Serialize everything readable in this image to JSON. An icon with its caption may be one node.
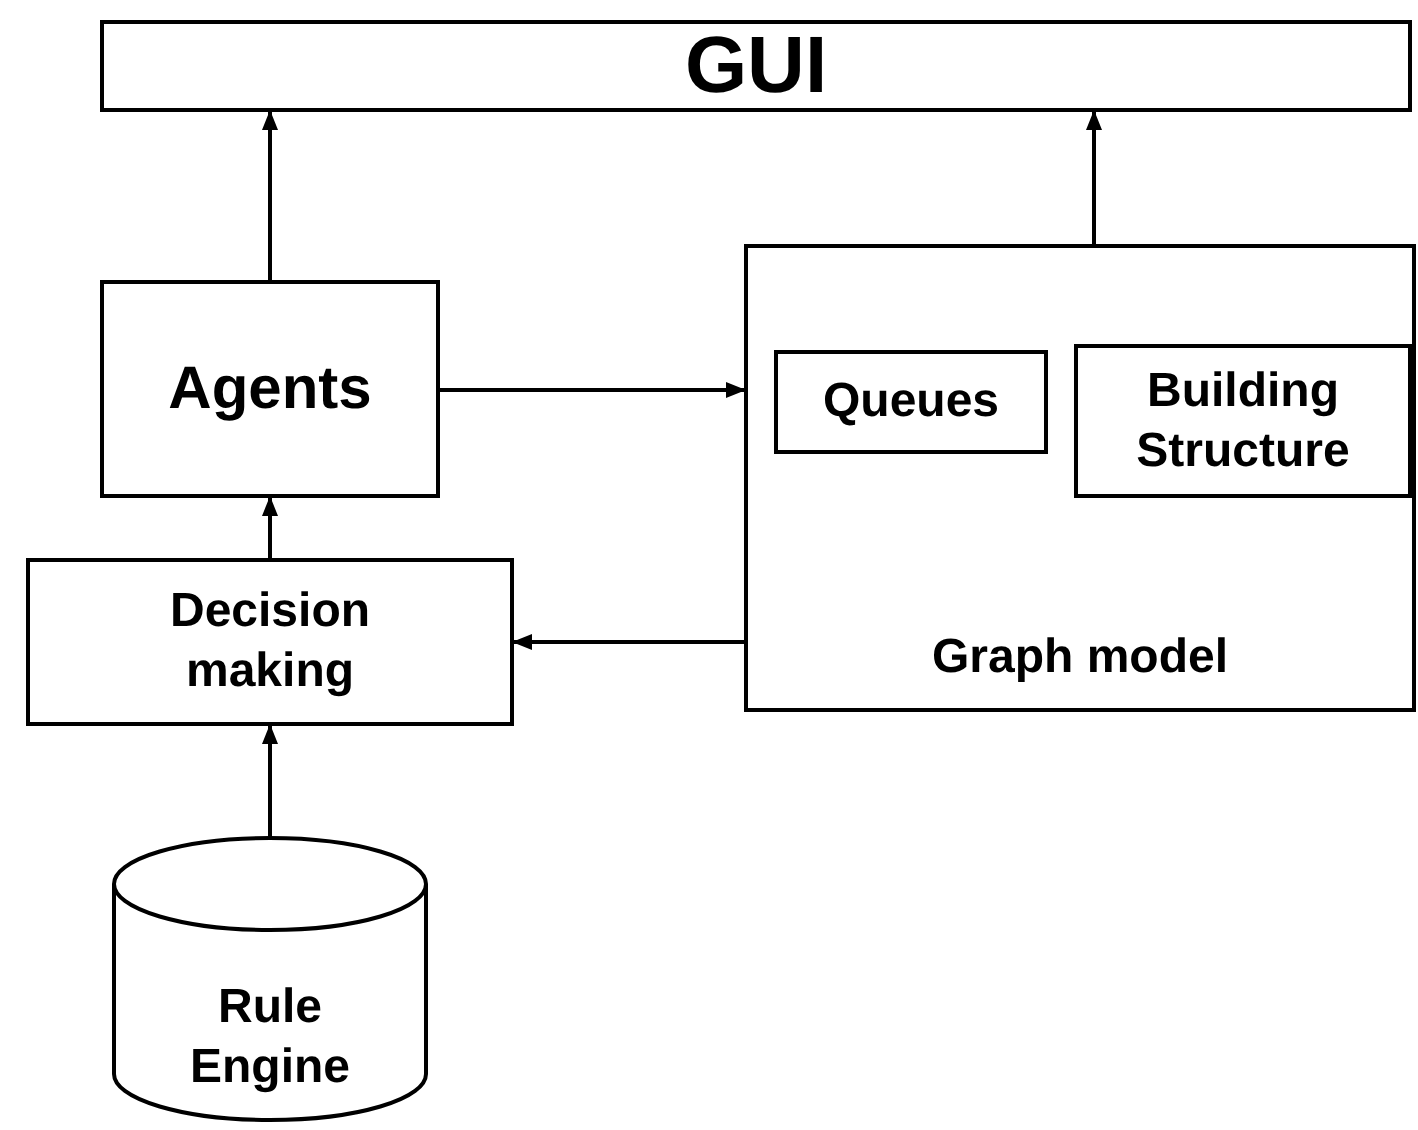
{
  "diagram": {
    "nodes": [
      {
        "text": [
          "GUI"
        ]
      },
      {
        "text": [
          "Agents"
        ]
      },
      {
        "text": [
          "Graph model"
        ]
      },
      {
        "text": [
          "Queues"
        ],
        "in": 2
      },
      {
        "text": [
          "Building Structure"
        ],
        "in": 2
      },
      {
        "text": [
          "Decision making"
        ]
      },
      {
        "text": [
          "Rule Engine"
        ]
      }
    ],
    "edges": [
      {
        "from": 1,
        "to": 0,
        "arrow": "to"
      },
      {
        "from": 2,
        "to": 0,
        "arrow": "to"
      },
      {
        "from": 1,
        "to": 2,
        "arrow": "to"
      },
      {
        "from": 2,
        "to": 5,
        "arrow": "to"
      },
      {
        "from": 5,
        "to": 1,
        "arrow": "to"
      },
      {
        "from": 6,
        "to": 5,
        "arrow": "to"
      }
    ]
  }
}
